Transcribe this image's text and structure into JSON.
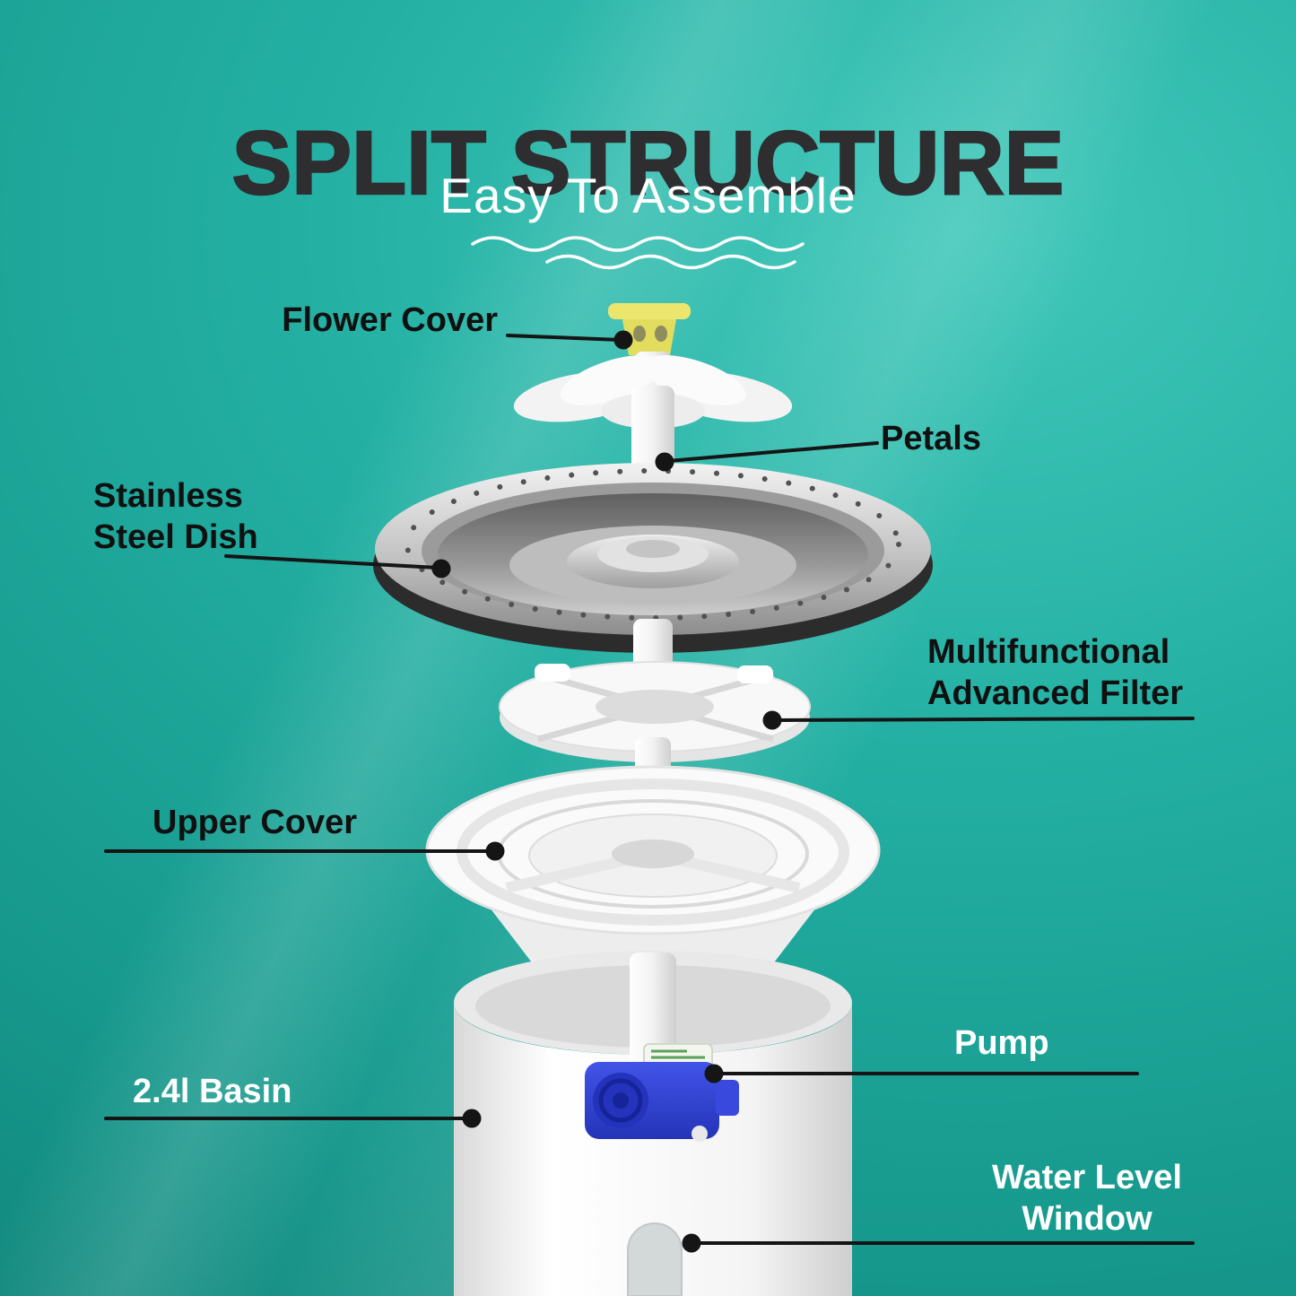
{
  "title": "SPLIT STRUCTURE",
  "subtitle": "Easy To Assemble",
  "labels": {
    "flower_cover": "Flower Cover",
    "petals": "Petals",
    "stainless_dish": "Stainless\nSteel Dish",
    "filter": "Multifunctional\nAdvanced Filter",
    "upper_cover": "Upper Cover",
    "pump": "Pump",
    "basin": "2.4l Basin",
    "water_window": "Water Level\nWindow"
  },
  "colors": {
    "background_teal": "#1ba99d",
    "title_color": "#2e2e31",
    "label_dark": "#101010",
    "label_light": "#ffffff",
    "callout_line": "#151515",
    "flower_yellow": "#e9e463",
    "pump_blue": "#3344d6",
    "dish_metal": "#b8b8b8",
    "part_white": "#f5f5f5"
  }
}
